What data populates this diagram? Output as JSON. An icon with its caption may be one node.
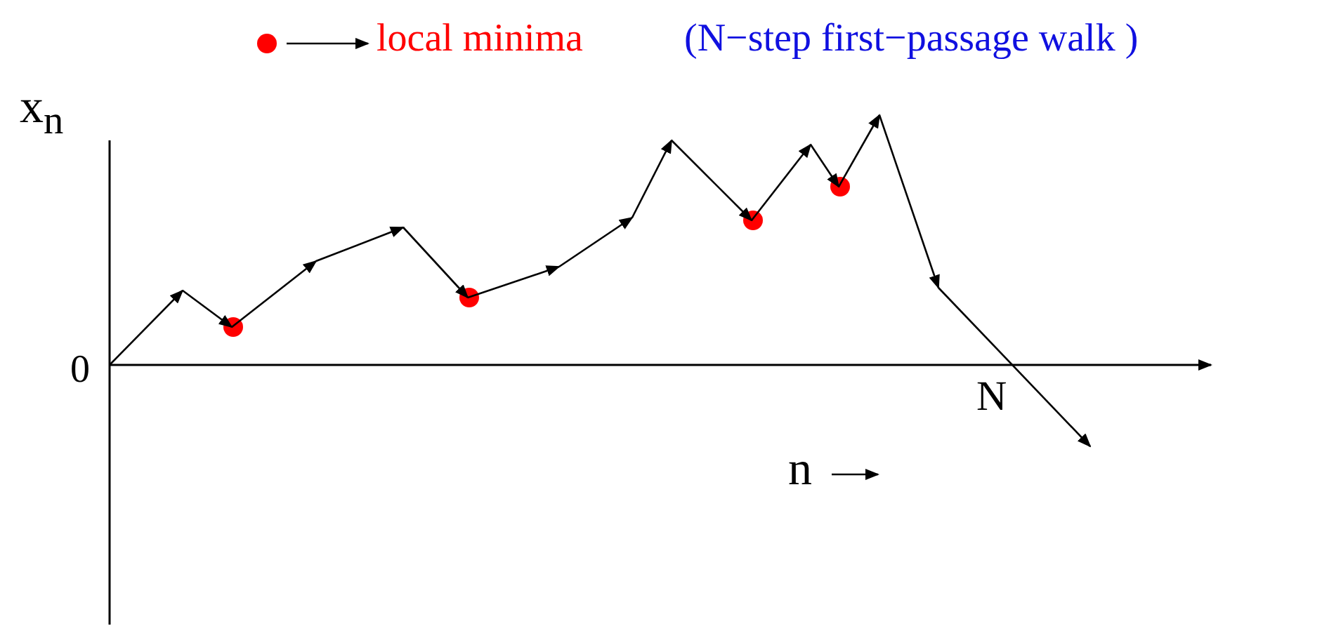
{
  "diagram": {
    "labels": [
      "(N−step first−passage walk )",
      "x$_{n}$",
      "0",
      "N",
      "n"
    ],
    "legend": [
      {
        "text": "local minima",
        "color": "#ff0000"
      }
    ]
  }
}
